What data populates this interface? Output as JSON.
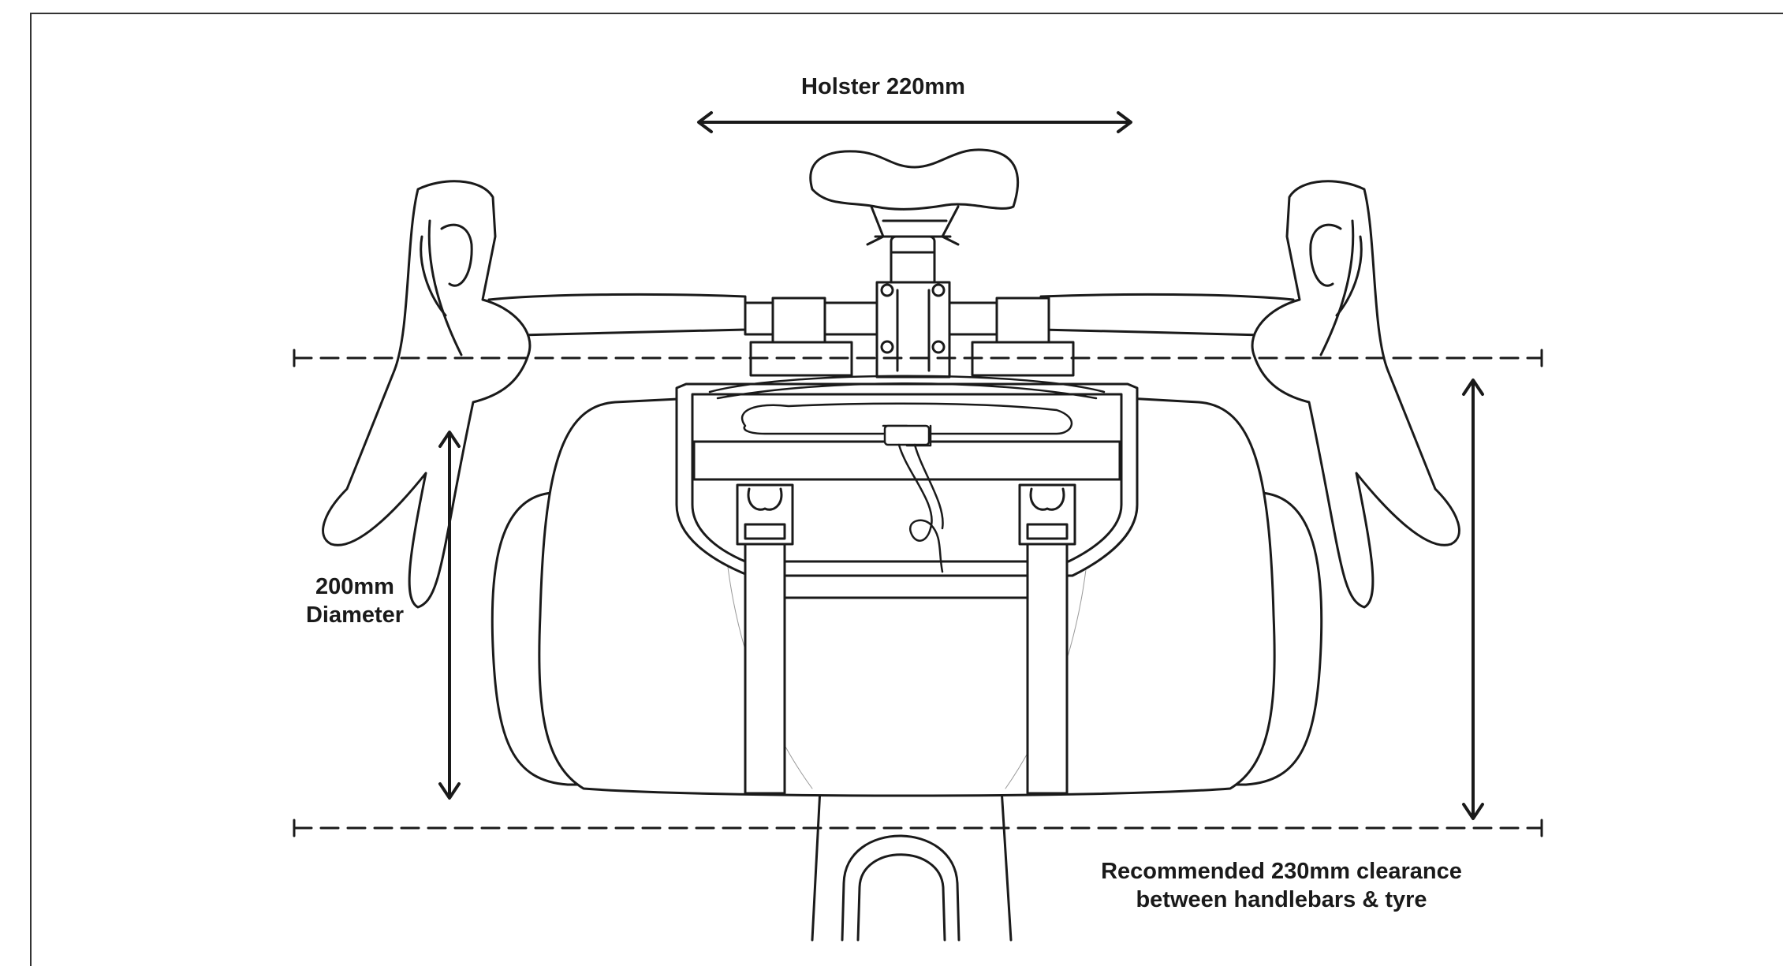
{
  "labels": {
    "holster": "Holster 220mm",
    "diameter_line1": "200mm",
    "diameter_line2": "Diameter",
    "clearance_line1": "Recommended 230mm clearance",
    "clearance_line2": "between handlebars & tyre"
  },
  "colors": {
    "line": "#1a1a1a",
    "fill": "#ffffff",
    "frame": "#333333"
  },
  "icons": [
    "double-arrow-horizontal-icon",
    "double-arrow-vertical-icon"
  ]
}
